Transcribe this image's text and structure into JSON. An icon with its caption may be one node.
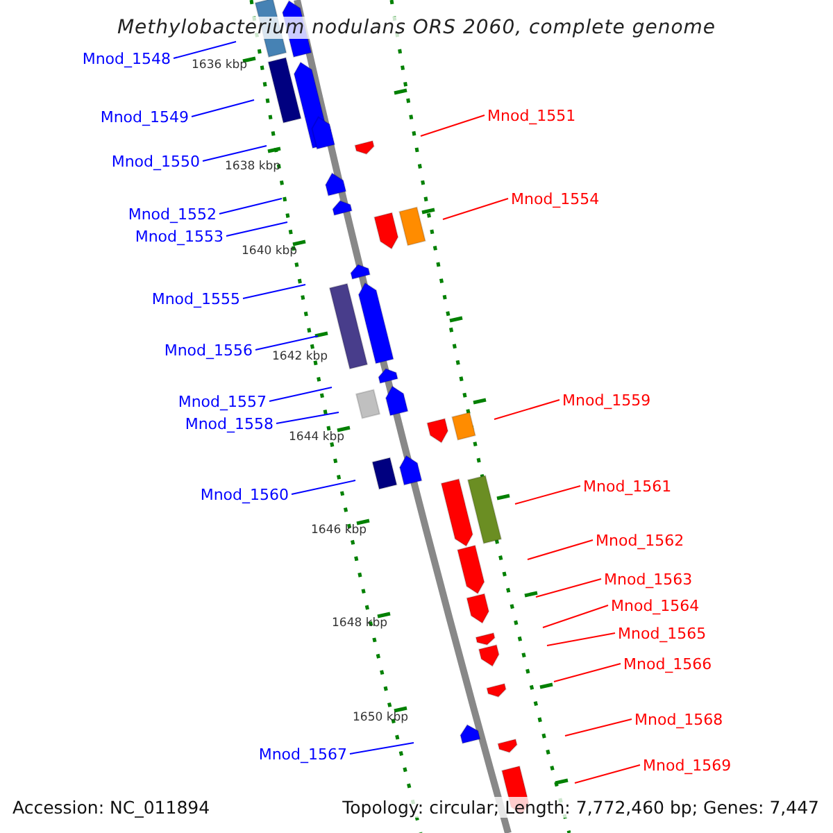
{
  "diagram": {
    "title": "Methylobacterium nodulans ORS 2060, complete genome",
    "nodes": [
      {
        "text": [
          "Mnod_1548"
        ]
      },
      {
        "text": [
          "Mnod_1551"
        ]
      },
      {
        "text": [
          "Mnod_1549"
        ]
      },
      {
        "text": [
          "Mnod_1550"
        ]
      },
      {
        "text": [
          "Mnod_1554"
        ]
      },
      {
        "text": [
          "Mnod_1552"
        ]
      },
      {
        "text": [
          "Mnod_1553"
        ]
      },
      {
        "text": [
          "Mnod_1555"
        ]
      },
      {
        "text": [
          "Mnod_1556"
        ]
      },
      {
        "text": [
          "Mnod_1559"
        ]
      },
      {
        "text": [
          "Mnod_1557"
        ]
      },
      {
        "text": [
          "Mnod_1558"
        ]
      },
      {
        "text": [
          "Mnod_1561"
        ]
      },
      {
        "text": [
          "Mnod_1560"
        ]
      },
      {
        "text": [
          "Mnod_1562"
        ]
      },
      {
        "text": [
          "Mnod_1563"
        ]
      },
      {
        "text": [
          "Mnod_1564"
        ]
      },
      {
        "text": [
          "Mnod_1565"
        ]
      },
      {
        "text": [
          "Mnod_1566"
        ]
      },
      {
        "text": [
          "Mnod_1568"
        ]
      },
      {
        "text": [
          "Mnod_1567"
        ]
      },
      {
        "text": [
          "Mnod_1569"
        ]
      }
    ],
    "edges": [
      {
        "from": 0,
        "to": null,
        "arrow": "none",
        "color": "#0000ff"
      },
      {
        "from": 1,
        "to": null,
        "arrow": "none",
        "color": "#ff0000"
      },
      {
        "from": 2,
        "to": null,
        "arrow": "none",
        "color": "#0000ff"
      },
      {
        "from": 3,
        "to": null,
        "arrow": "none",
        "color": "#0000ff"
      },
      {
        "from": 4,
        "to": null,
        "arrow": "none",
        "color": "#ff0000"
      },
      {
        "from": 5,
        "to": null,
        "arrow": "none",
        "color": "#0000ff"
      },
      {
        "from": 6,
        "to": null,
        "arrow": "none",
        "color": "#0000ff"
      },
      {
        "from": 7,
        "to": null,
        "arrow": "none",
        "color": "#0000ff"
      },
      {
        "from": 8,
        "to": null,
        "arrow": "none",
        "color": "#0000ff"
      },
      {
        "from": 9,
        "to": null,
        "arrow": "none",
        "color": "#ff0000"
      },
      {
        "from": 10,
        "to": null,
        "arrow": "none",
        "color": "#0000ff"
      },
      {
        "from": 11,
        "to": null,
        "arrow": "none",
        "color": "#0000ff"
      },
      {
        "from": 12,
        "to": null,
        "arrow": "none",
        "color": "#ff0000"
      },
      {
        "from": 13,
        "to": null,
        "arrow": "none",
        "color": "#0000ff"
      },
      {
        "from": 14,
        "to": null,
        "arrow": "none",
        "color": "#ff0000"
      },
      {
        "from": 15,
        "to": null,
        "arrow": "none",
        "color": "#ff0000"
      },
      {
        "from": 16,
        "to": null,
        "arrow": "none",
        "color": "#ff0000"
      },
      {
        "from": 17,
        "to": null,
        "arrow": "none",
        "color": "#ff0000"
      },
      {
        "from": 18,
        "to": null,
        "arrow": "none",
        "color": "#ff0000"
      },
      {
        "from": 19,
        "to": null,
        "arrow": "none",
        "color": "#ff0000"
      },
      {
        "from": 20,
        "to": null,
        "arrow": "none",
        "color": "#0000ff"
      },
      {
        "from": 21,
        "to": null,
        "arrow": "none",
        "color": "#ff0000"
      }
    ],
    "labels": [
      "1636 kbp",
      "1638 kbp",
      "1640 kbp",
      "1642 kbp",
      "1644 kbp",
      "1646 kbp",
      "1648 kbp",
      "1650 kbp",
      "Accession: NC_011894",
      "Topology: circular; Length: 7,772,460 bp; Genes: 7,447"
    ]
  }
}
